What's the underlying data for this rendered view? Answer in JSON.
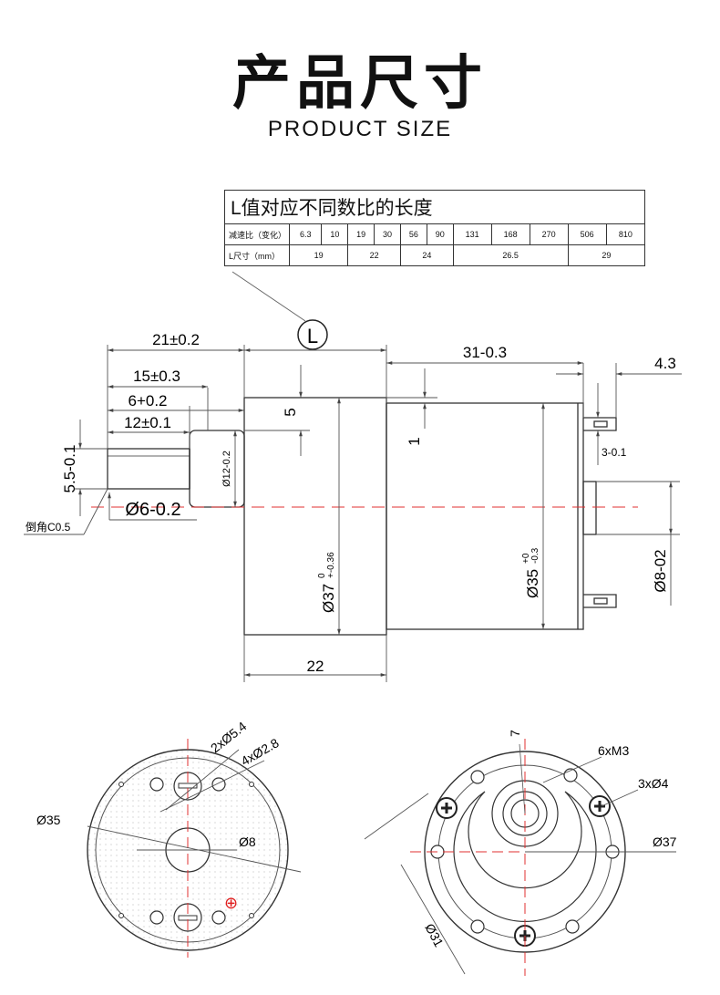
{
  "header": {
    "title": "产品尺寸",
    "subtitle": "PRODUCT SIZE"
  },
  "table": {
    "title": "L值对应不同数比的长度",
    "ratio_label": "减速比（变化）",
    "ratios": [
      "6.3",
      "10",
      "19",
      "30",
      "56",
      "90",
      "131",
      "168",
      "270",
      "506",
      "810"
    ],
    "length_label": "L尺寸（mm）",
    "lengths": [
      "19",
      "22",
      "24",
      "26.5",
      "29"
    ]
  },
  "side_view": {
    "l_marker": "L",
    "dim_21": "21±0.2",
    "dim_31": "31-0.3",
    "dim_4_3": "4.3",
    "dim_15": "15±0.3",
    "dim_6": "6+0.2",
    "dim_12": "12±0.1",
    "dim_5": "5",
    "dim_1": "1",
    "dim_3": "3-0.1",
    "dim_5_5": "5.5-0.1",
    "dim_d12": "Ø12-0.2",
    "dim_d6": "Ø6-0.2",
    "chamfer": "倒角C0.5",
    "dim_d37": "Ø37",
    "dim_d37_tol_upper": "0",
    "dim_d37_tol_lower": "+-0.36",
    "dim_d35": "Ø35",
    "dim_d35_tol_upper": "+0",
    "dim_d35_tol_lower": "-0.3",
    "dim_d8": "Ø8-02",
    "dim_22": "22"
  },
  "rear_view": {
    "holes_2": "2xØ5.4",
    "holes_4": "4xØ2.8",
    "outer": "Ø35",
    "center": "Ø8",
    "plus": "⊕"
  },
  "front_view": {
    "dim_7": "7",
    "threads": "6xM3",
    "holes": "3xØ4",
    "outer": "Ø37",
    "pcd": "Ø31"
  },
  "colors": {
    "line": "#333333",
    "center_line": "#e03030",
    "plus_mark": "#e02020"
  }
}
